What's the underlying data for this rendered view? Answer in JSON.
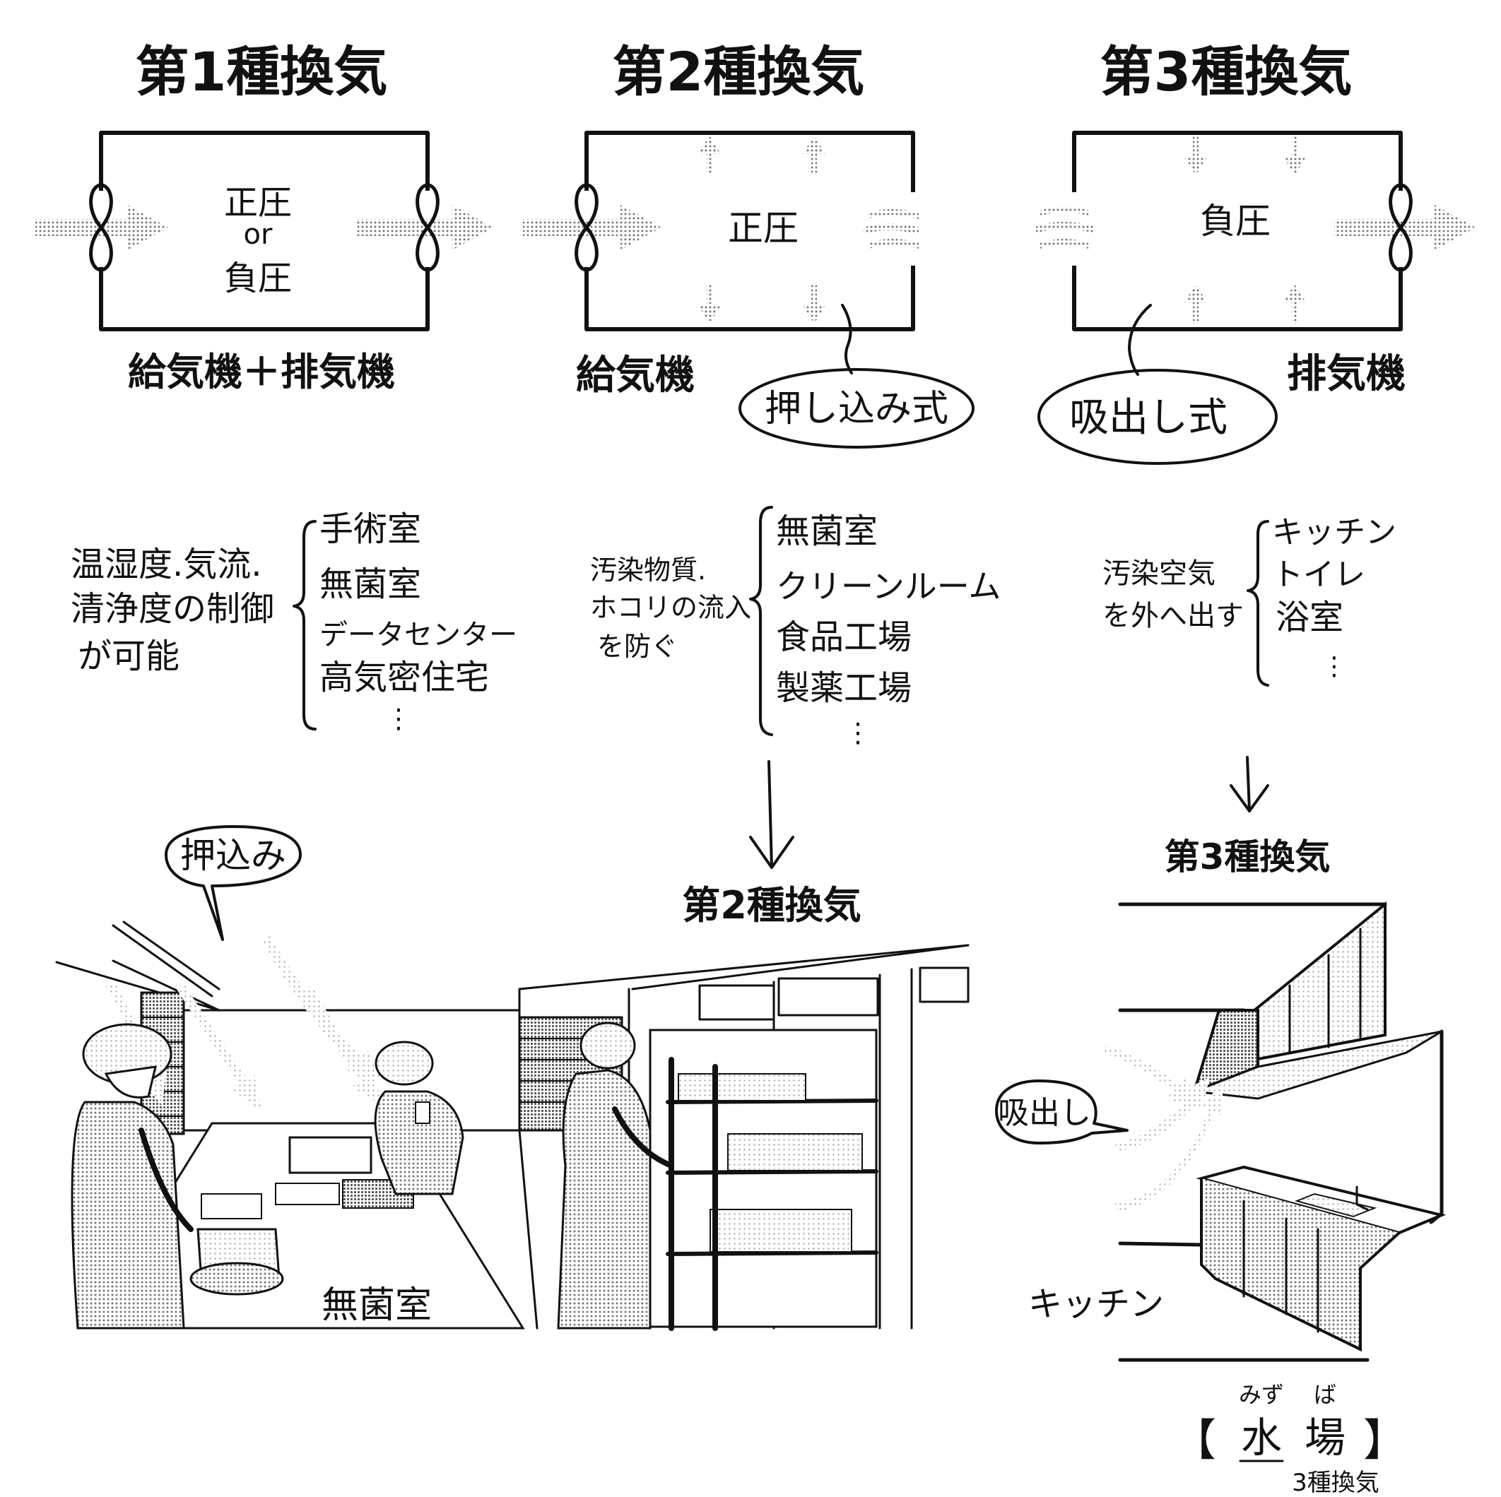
{
  "types": [
    {
      "title": "第1種換気",
      "pressure_lines": [
        "正圧",
        "or",
        "負圧"
      ],
      "equipment": "給気機＋排気機",
      "method": "",
      "purpose_lines": [
        "温湿度.気流.",
        "清浄度の制御",
        "が可能"
      ],
      "uses": [
        "手術室",
        "無菌室",
        "データセンター",
        "高気密住宅",
        "⋮"
      ]
    },
    {
      "title": "第2種換気",
      "pressure_lines": [
        "正圧"
      ],
      "equipment": "給気機",
      "method": "押し込み式",
      "purpose_lines": [
        "汚染物質.",
        "ホコリの流入",
        "を防ぐ"
      ],
      "uses": [
        "無菌室",
        "クリーンルーム",
        "食品工場",
        "製薬工場",
        "⋮"
      ]
    },
    {
      "title": "第3種換気",
      "pressure_lines": [
        "負圧"
      ],
      "equipment": "排気機",
      "method": "吸出し式",
      "purpose_lines": [
        "汚染空気",
        "を外へ出す"
      ],
      "uses": [
        "キッチン",
        "トイレ",
        "浴室",
        "⋮"
      ]
    }
  ],
  "cleanroom_scene": {
    "heading": "第2種換気",
    "bubble": "押込み",
    "caption": "無菌室"
  },
  "kitchen_scene": {
    "heading": "第3種換気",
    "bubble": "吸出し",
    "caption": "キッチン",
    "bracket_open": "【",
    "bracket_close": "】",
    "furigana_1": "みず",
    "furigana_2": "ば",
    "word_1": "水",
    "word_2": "場",
    "note": "3種換気"
  }
}
